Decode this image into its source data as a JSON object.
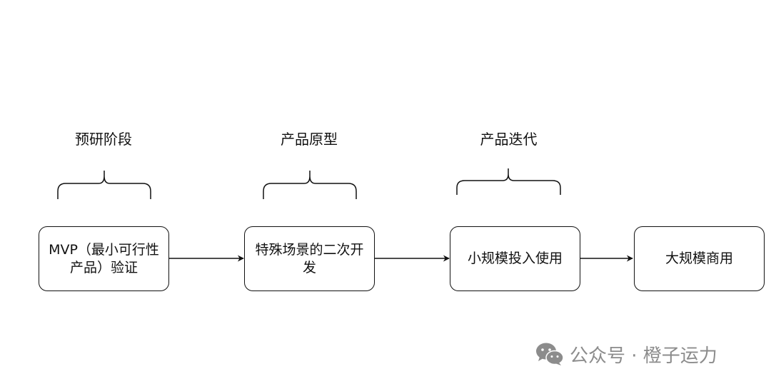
{
  "stages": [
    {
      "label": "预研阶段"
    },
    {
      "label": "产品原型"
    },
    {
      "label": "产品迭代"
    }
  ],
  "steps": [
    {
      "label": "MVP（最小可行性产品）验证"
    },
    {
      "label": "特殊场景的二次开发"
    },
    {
      "label": "小规模投入使用"
    },
    {
      "label": "大规模商用"
    }
  ],
  "watermark": {
    "icon": "wechat-icon",
    "text": "公众号 · 橙子运力"
  }
}
